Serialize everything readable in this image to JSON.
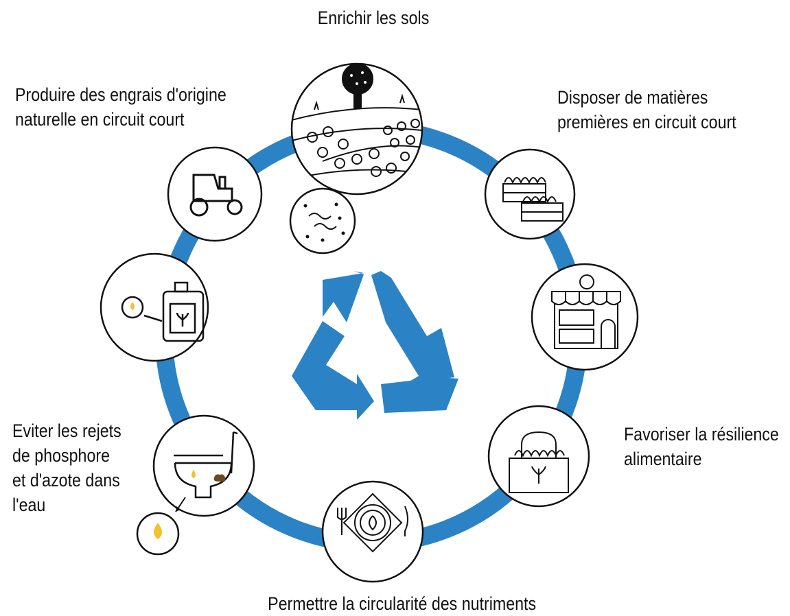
{
  "labels": {
    "top": "Enrichir les sols",
    "top_left_1": "Produire des engrais d'origine",
    "top_left_2": "naturelle en circuit court",
    "top_right_1": "Disposer de matières",
    "top_right_2": "premières en circuit court",
    "right_1": "Favoriser la résilience",
    "right_2": "alimentaire",
    "left_1": "Eviter les rejets",
    "left_2": "de phosphore",
    "left_3": "et d'azote dans",
    "left_4": "l'eau",
    "bottom": "Permettre la circularité des nutriments"
  },
  "colors": {
    "ring": "#2b83c6",
    "recycle": "#2b83c6",
    "nutrient_drop": "#f2c12e",
    "line": "#111111"
  },
  "icons": {
    "top": "field-and-soil-icon",
    "top_right": "raised-garden-beds-icon",
    "right": "grocery-shop-icon",
    "bottom_right": "shopping-bag-icon",
    "bottom": "plate-and-cutlery-icon",
    "left_low": "toilet-icon",
    "left": "fertilizer-can-icon",
    "top_left": "tractor-icon",
    "center": "recycle-icon"
  }
}
